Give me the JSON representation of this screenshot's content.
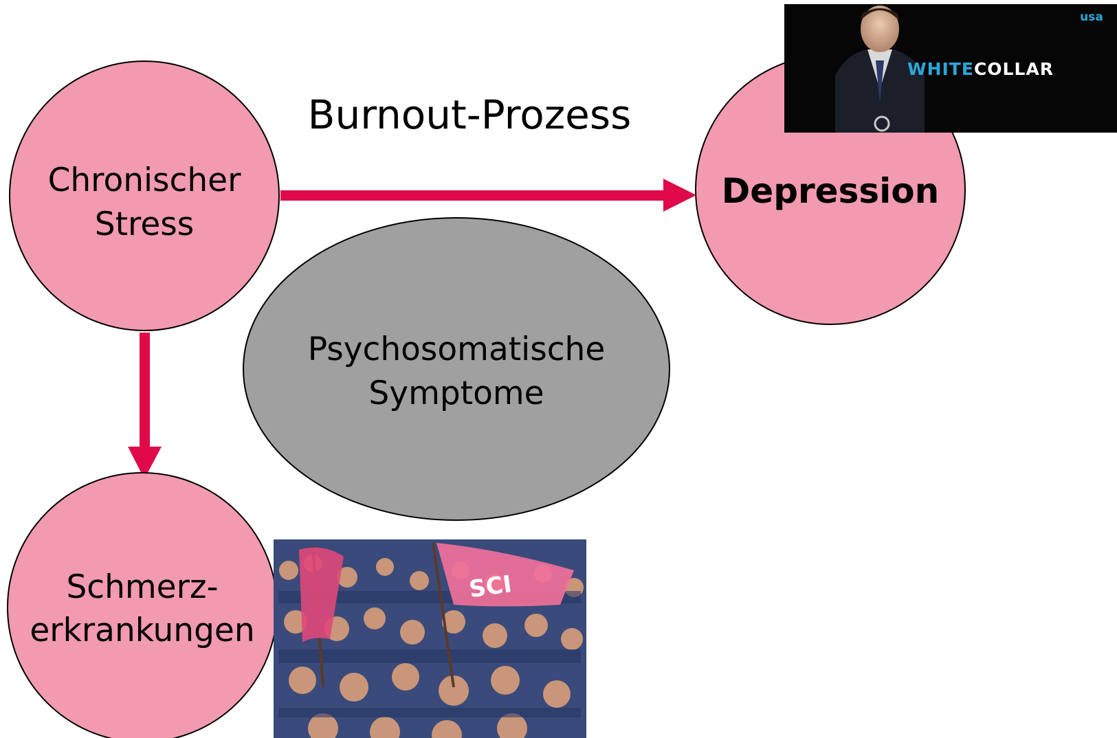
{
  "title": "Burnout-Prozess",
  "colors": {
    "node_fill": "#f29ab0",
    "ellipse_fill": "#a0a0a0",
    "arrow": "#e0094a",
    "outline": "#000000"
  },
  "nodes": {
    "stress": {
      "line1": "Chronischer",
      "line2": "Stress"
    },
    "depression": {
      "label": "Depression"
    },
    "psychosomatic": {
      "line1": "Psychosomatische",
      "line2": "Symptome"
    },
    "pain": {
      "line1": "Schmerz-",
      "line2": "erkrankungen"
    }
  },
  "logo": {
    "brand_word1": "WHITE",
    "brand_word2": "COLLAR",
    "brand_color1": "#2ba7d8",
    "brand_color2": "#ffffff",
    "network_badge": "usa"
  },
  "images": {
    "crowd_flag_text": "SCI"
  }
}
